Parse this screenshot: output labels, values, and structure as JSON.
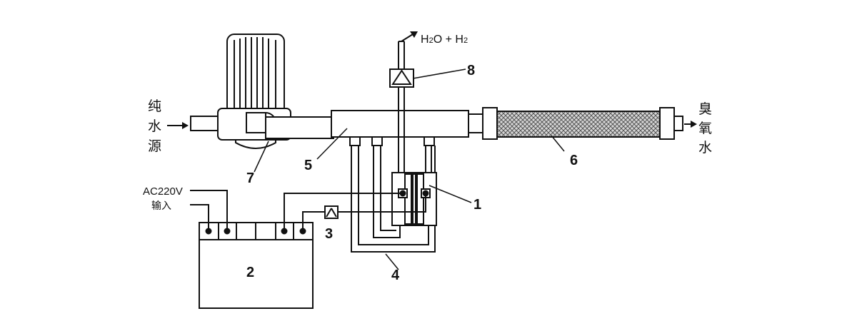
{
  "labels": {
    "source": [
      "纯",
      "水",
      "源"
    ],
    "output": [
      "臭",
      "氧",
      "水"
    ],
    "power_line1": "AC220V",
    "power_line2": "输入",
    "gas_out": "H2O + H2",
    "callouts": [
      "1",
      "2",
      "3",
      "4",
      "5",
      "6",
      "7",
      "8"
    ]
  },
  "colors": {
    "line": "#111111",
    "pipe_fill": "#ffffff",
    "filter_fill": "#bdbdbd"
  }
}
